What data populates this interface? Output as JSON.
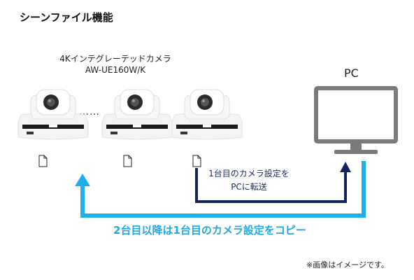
{
  "title": "シーンファイル機能",
  "camera": {
    "name": "4Kインテグレーテッドカメラ",
    "model": "AW-UE160W/K"
  },
  "ellipsis": "……",
  "pc_label": "PC",
  "step1": {
    "line1": "1台目のカメラ設定を",
    "line2": "PCに転送"
  },
  "step2": "2台目以降は1台目のカメラ設定をコピー",
  "note": "※画像はイメージです。",
  "colors": {
    "navy_arrow": "#16235a",
    "cyan_arrow": "#1fb0ea",
    "monitor": "#7a7a7a"
  },
  "icons": [
    "camera-icon",
    "file-icon",
    "monitor-icon"
  ]
}
